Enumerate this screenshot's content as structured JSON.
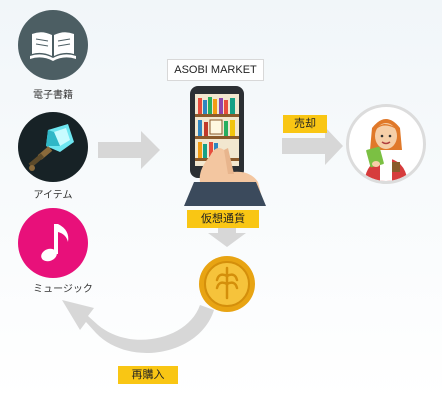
{
  "items": {
    "ebook": {
      "label": "電子書籍",
      "icon": "open-book-icon",
      "color": "#4c5e63"
    },
    "item": {
      "label": "アイテム",
      "icon": "crystal-sword-icon",
      "color": "#172226"
    },
    "music": {
      "label": "ミュージック",
      "icon": "music-note-icon",
      "color": "#e8107a"
    }
  },
  "market": {
    "title": "ASOBI MARKET",
    "icon": "smartphone-bookshelf-icon"
  },
  "flow": {
    "sell": "売却",
    "crypto": "仮想通貨",
    "rebuy": "再購入"
  },
  "buyer": {
    "icon": "woman-with-book-icon"
  },
  "coin": {
    "icon": "gold-coin-icon",
    "color": "#f0b21a"
  },
  "colors": {
    "tag": "#f9c614",
    "arrow": "#d7d7d7"
  }
}
